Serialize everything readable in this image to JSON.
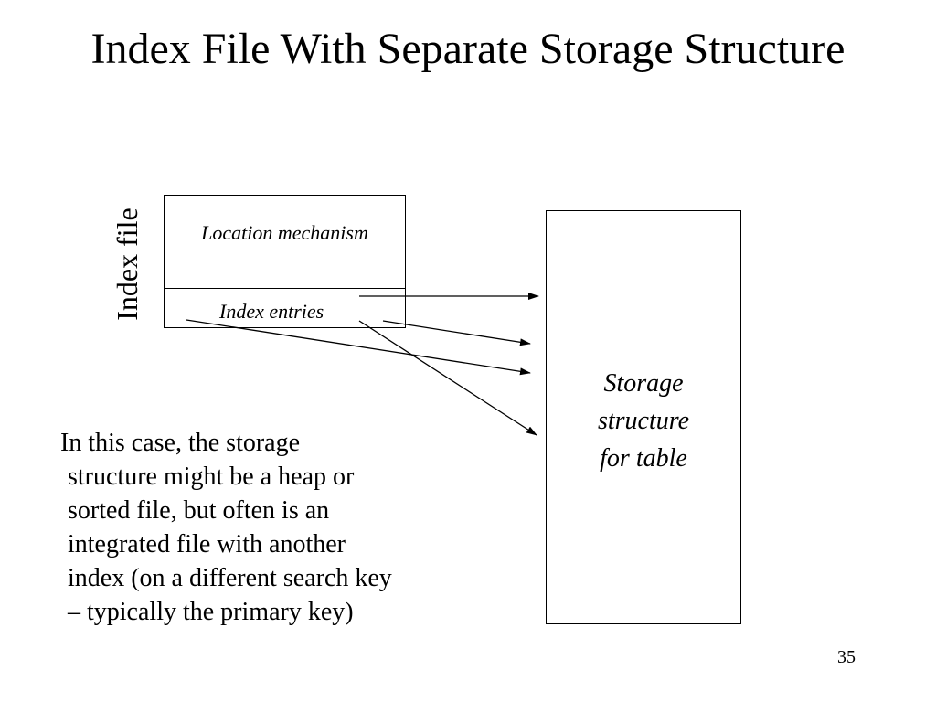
{
  "slide": {
    "title": "Index File With Separate Storage Structure",
    "page_number": "35"
  },
  "index_file": {
    "side_label": "Index file",
    "location_mechanism": "Location mechanism",
    "index_entries": "Index entries"
  },
  "storage": {
    "lines": [
      "Storage",
      "structure",
      "for table"
    ]
  },
  "note": {
    "lines": [
      "In this case, the storage",
      "structure might be a heap or",
      "sorted file, but often is an",
      "integrated file with another",
      "index (on a different search key",
      "– typically the primary key)"
    ]
  }
}
